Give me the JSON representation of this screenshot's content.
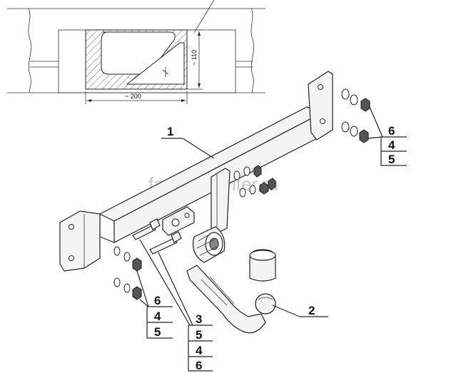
{
  "inset": {
    "width_label": "~ 200",
    "height_label": "~ 110"
  },
  "watermark": "farkop-center.ru",
  "callouts": {
    "beam": "1",
    "ball": "2",
    "group_right": [
      "6",
      "4",
      "5"
    ],
    "group_left": [
      "6",
      "4",
      "5"
    ],
    "group_center": [
      "3",
      "5",
      "4",
      "6"
    ]
  },
  "colors": {
    "line": "#222222",
    "hatch": "#444444",
    "watermark": "#c8c8c8"
  }
}
